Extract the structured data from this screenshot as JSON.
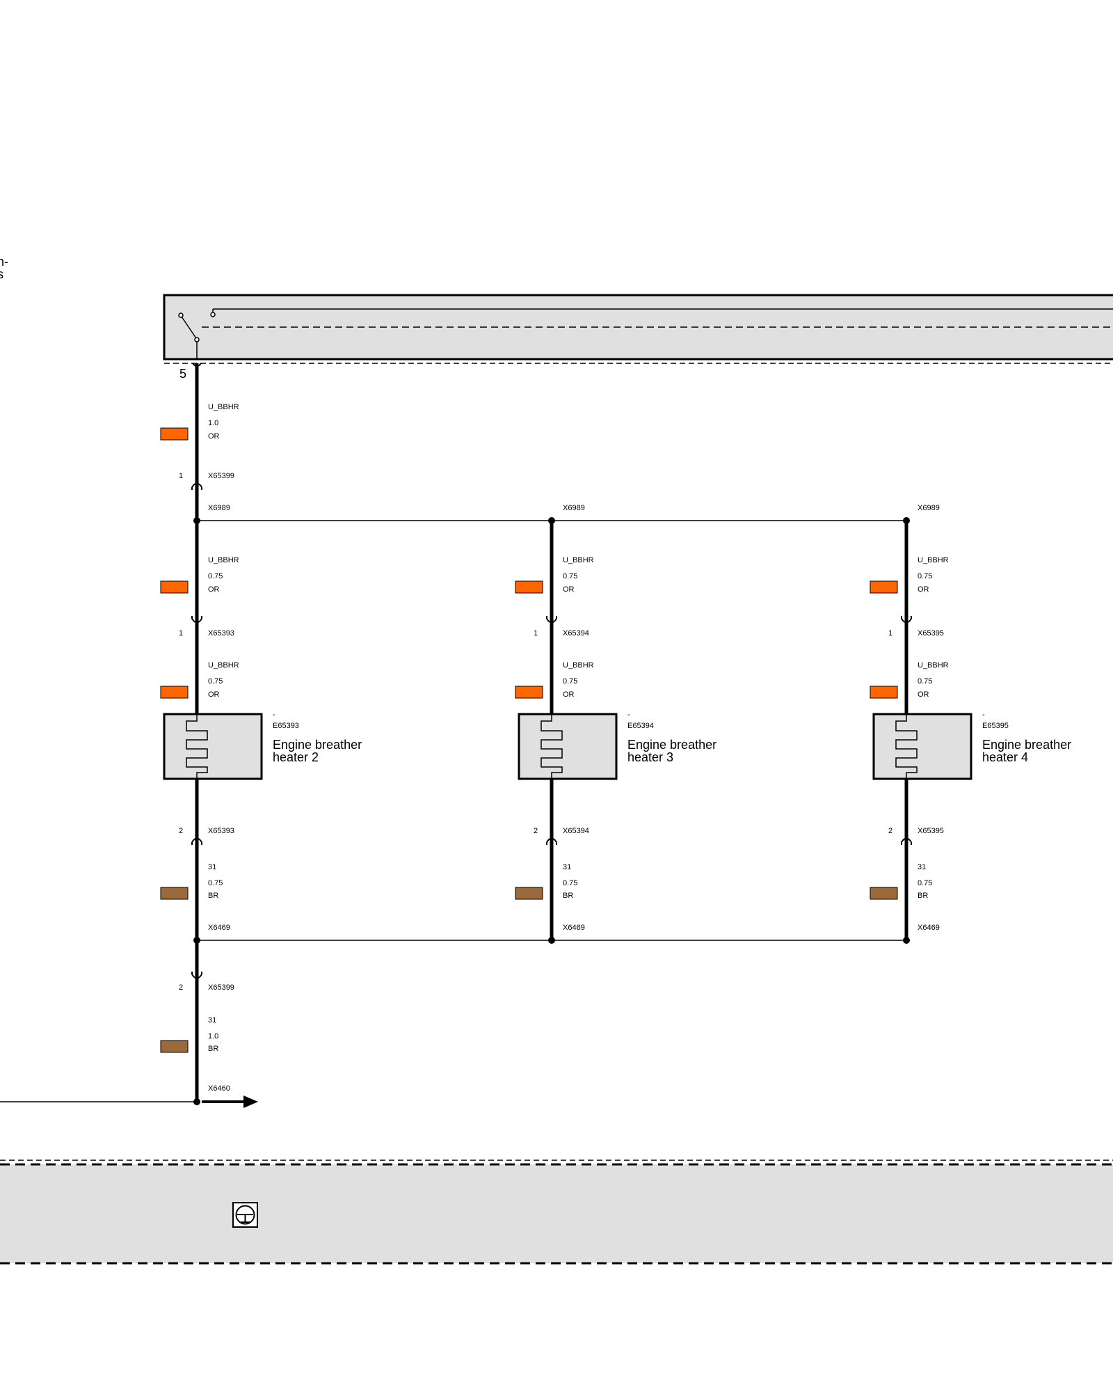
{
  "left_edge_text": {
    "line1": "n-",
    "line2": "s"
  },
  "top_connector": {
    "pin": "5"
  },
  "feed": {
    "pin": "1",
    "signal": "U_BBHR",
    "gauge": "1.0",
    "color_code": "OR",
    "color_hex": "#ff6600",
    "connector": "X65399"
  },
  "splice_top": "X6989",
  "splice_bottom": "X6469",
  "heaters": [
    {
      "id": "E65393",
      "id_prefix": "-",
      "name_line1": "Engine breather",
      "name_line2": "heater 2",
      "upper": {
        "signal": "U_BBHR",
        "gauge": "0.75",
        "color_code": "OR"
      },
      "in_connector": {
        "pin": "1",
        "label": "X65393"
      },
      "inner": {
        "signal": "U_BBHR",
        "gauge": "0.75",
        "color_code": "OR"
      },
      "out_connector": {
        "pin": "2",
        "label": "X65393"
      },
      "ground": {
        "signal": "31",
        "gauge": "0.75",
        "color_code": "BR"
      }
    },
    {
      "id": "E65394",
      "id_prefix": "-",
      "name_line1": "Engine breather",
      "name_line2": "heater 3",
      "upper": {
        "signal": "U_BBHR",
        "gauge": "0.75",
        "color_code": "OR"
      },
      "in_connector": {
        "pin": "1",
        "label": "X65394"
      },
      "inner": {
        "signal": "U_BBHR",
        "gauge": "0.75",
        "color_code": "OR"
      },
      "out_connector": {
        "pin": "2",
        "label": "X65394"
      },
      "ground": {
        "signal": "31",
        "gauge": "0.75",
        "color_code": "BR"
      }
    },
    {
      "id": "E65395",
      "id_prefix": "-",
      "name_line1": "Engine breather",
      "name_line2": "heater 4",
      "upper": {
        "signal": "U_BBHR",
        "gauge": "0.75",
        "color_code": "OR"
      },
      "in_connector": {
        "pin": "1",
        "label": "X65395"
      },
      "inner": {
        "signal": "U_BBHR",
        "gauge": "0.75",
        "color_code": "OR"
      },
      "out_connector": {
        "pin": "2",
        "label": "X65395"
      },
      "ground": {
        "signal": "31",
        "gauge": "0.75",
        "color_code": "BR"
      }
    }
  ],
  "return": {
    "pin": "2",
    "connector": "X65399",
    "signal": "31",
    "gauge": "1.0",
    "color_code": "BR",
    "color_hex": "#9a6a3a",
    "ground_splice": "X6460"
  },
  "colors": {
    "orange": "#ff6600",
    "brown": "#9a6a3a",
    "panel_gray": "#e0e0e0"
  },
  "icons": {
    "switch": "switch-icon",
    "heater": "heating-element-icon",
    "ground_symbol": "ground-location-icon",
    "arrow": "arrow-right-icon"
  }
}
